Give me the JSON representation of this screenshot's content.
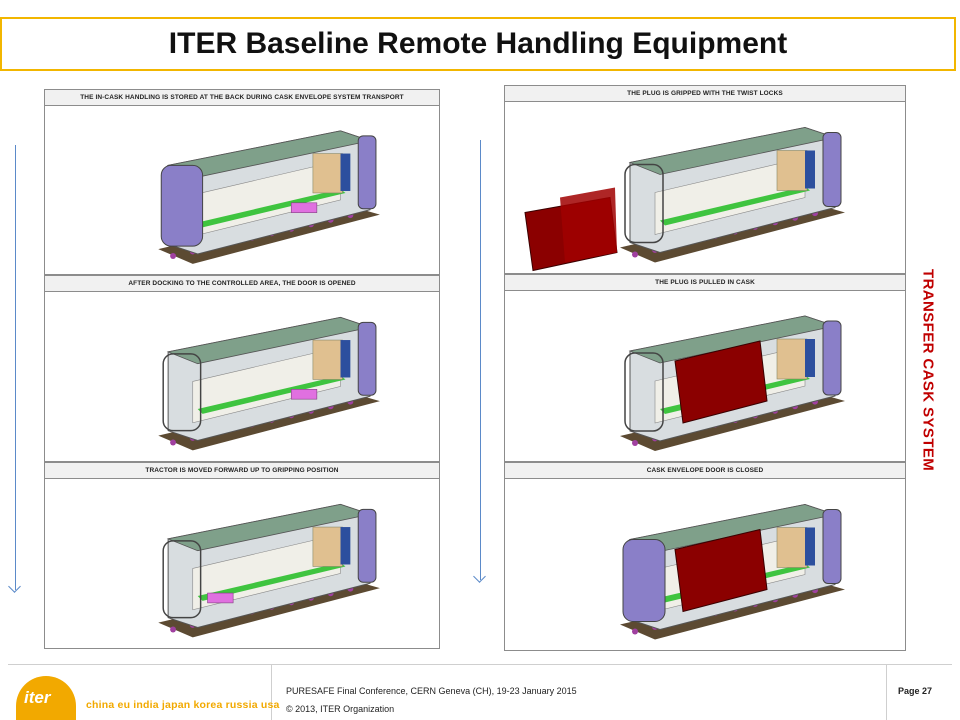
{
  "title": "ITER Baseline Remote Handling Equipment",
  "side_label": "TRANSFER CASK SYSTEM",
  "left_panels": [
    {
      "caption": "The in-cask handling is stored at the back during cask envelope system transport",
      "variant": "stored"
    },
    {
      "caption": "After docking to the controlled area, the door is opened",
      "variant": "docked"
    },
    {
      "caption": "Tractor is moved forward up to gripping position",
      "variant": "forward"
    }
  ],
  "right_panels": [
    {
      "caption": "The plug is gripped with the twist locks",
      "variant": "gripped"
    },
    {
      "caption": "The plug is pulled in cask",
      "variant": "pulled"
    },
    {
      "caption": "Cask envelope door is closed",
      "variant": "closed"
    }
  ],
  "footer": {
    "logo": "iter",
    "countries": "china eu india japan korea russia usa",
    "conference": "PURESAFE Final Conference, CERN Geneva (CH), 19-23 January 2015",
    "copyright": "© 2013, ITER Organization",
    "page_label": "Page",
    "page_number": "27"
  },
  "colors": {
    "title_border": "#f2b600",
    "side_label": "#c00000",
    "arrow": "#5b8ac9",
    "plug": "#8b0000",
    "logo": "#f2a900"
  }
}
